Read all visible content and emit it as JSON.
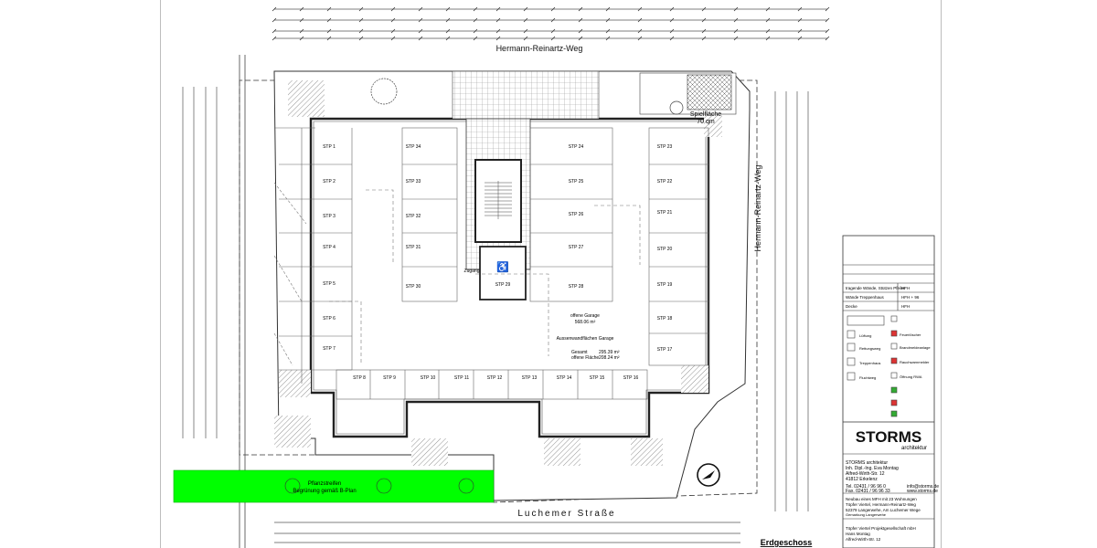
{
  "streets": {
    "top": "Hermann-Reinartz-Weg",
    "right": "Hermann-Reinartz-Weg",
    "bottom": "Luchemer Straße"
  },
  "spaces": {
    "left_column": [
      "STP 1",
      "STP 2",
      "STP 3",
      "STP 4",
      "STP 5",
      "STP 6",
      "STP 7"
    ],
    "center_left": [
      "STP 34",
      "STP 33",
      "STP 32",
      "STP 31",
      "STP 30"
    ],
    "center_right": [
      "STP 24",
      "STP 25",
      "STP 26",
      "STP 27",
      "STP 28"
    ],
    "right_column": [
      "STP 23",
      "STP 22",
      "STP 21",
      "STP 20",
      "STP 19",
      "STP 18",
      "STP 17"
    ],
    "bottom_row": [
      "STP 8",
      "STP 9",
      "STP 10",
      "STP 11",
      "STP 12",
      "STP 13",
      "STP 14",
      "STP 15",
      "STP 16"
    ],
    "accessible": "STP 29"
  },
  "labels": {
    "play_area_1": "Spielfläche",
    "play_area_2": "70 qm",
    "garage_1": "offene Garage",
    "garage_2": "568.06 m²",
    "outer_area": "Aussenwandflächen Garage",
    "total_label": "Gesamt",
    "total_value": "295.39 m²",
    "open_label": "offene Fläche",
    "open_value": "208.24 m²",
    "planting_1": "Pflanzstreifen",
    "planting_2": "Begrünung gemäß B-Plan",
    "access": "Zugang",
    "floor": "Erdgeschoss"
  },
  "legend": {
    "wall_rows": [
      {
        "label": "tragende Wände, Stützen Pfeiler",
        "code": "HFH"
      },
      {
        "label": "Wände Treppenhaus",
        "code": "HFH + 96"
      },
      {
        "label": "Decke",
        "code": "HFH"
      }
    ],
    "items": [
      "Lüftung",
      "Rettungsweg",
      "Treppenhaus",
      "Fluchtweg",
      "Feuerlöscher",
      "Brandmeldeanlage",
      "Rauchwarnmelder",
      "Öffnung RWA"
    ]
  },
  "title_block": {
    "logo": "STORMS",
    "logo_suffix": "architektur",
    "office_lines": [
      "STORMS architektur",
      "Inh. Dipl.-Ing. Eva Montag",
      "Alfred-Wirth-Str. 12",
      "41812 Erkelenz"
    ],
    "phone": "Tel. 02431 / 96 96 0",
    "fax": "Fax. 02431 / 96 96 33",
    "email": "info@storms.de",
    "web": "www.storms.de",
    "project_lines": [
      "Neubau eines MFH mit 23 Wohnungen",
      "Töpfer Viertel, Hermann-Reinartz-Weg",
      "52379 Langerwehe, Am Luchemer Wege",
      "Gemarkung Langerwehe"
    ],
    "client_lines": [
      "Töpfer Viertel Projektgesellschaft mbH",
      "Hans Montag",
      "Alfred-Wirth-Str. 12"
    ]
  }
}
